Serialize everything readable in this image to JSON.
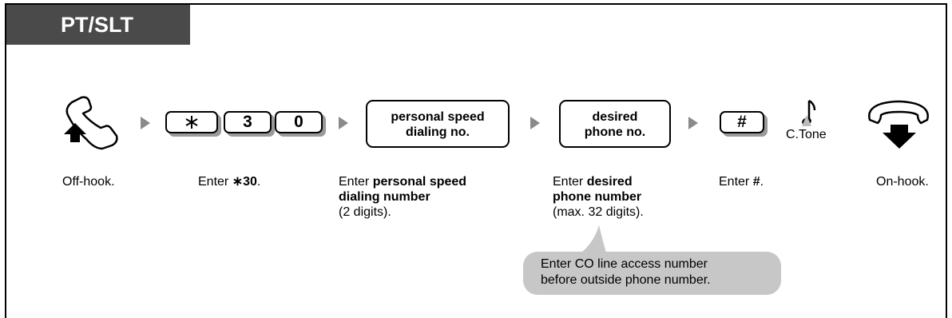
{
  "header": {
    "tab_label": "PT/SLT"
  },
  "steps": {
    "offhook": {
      "caption": "Off-hook.",
      "icon": "handset-lift-icon"
    },
    "feature_code": {
      "keys": [
        "3",
        "0"
      ],
      "star_key_icon": "asterisk-key-icon",
      "caption_prefix": "Enter ",
      "caption_star": "∗",
      "caption_bold": "30",
      "caption_suffix": "."
    },
    "speed_dial": {
      "box_line1": "personal speed",
      "box_line2": "dialing no.",
      "caption_prefix": "Enter ",
      "caption_bold_line1": "personal speed",
      "caption_bold_line2": "dialing number",
      "caption_line3": "(2 digits)."
    },
    "phone_number": {
      "box_line1": "desired",
      "box_line2": "phone no.",
      "caption_prefix": "Enter ",
      "caption_bold_line1": "desired",
      "caption_bold_line2": "phone number",
      "caption_line3": "(max. 32 digits).",
      "note_line1": "Enter CO line access number",
      "note_line2": "before outside phone number."
    },
    "hash": {
      "key_label": "#",
      "caption_prefix": "Enter ",
      "caption_bold": "#",
      "caption_suffix": "."
    },
    "confirm_tone": {
      "label": "C.Tone",
      "icon": "music-note-icon"
    },
    "onhook": {
      "caption": "On-hook.",
      "icon": "handset-hangup-icon"
    }
  },
  "colors": {
    "tab_bg": "#4a4a4a",
    "arrow": "#8a8a8a",
    "bubble": "#c7c7c7",
    "key_shadow": "#9a9a9a"
  }
}
